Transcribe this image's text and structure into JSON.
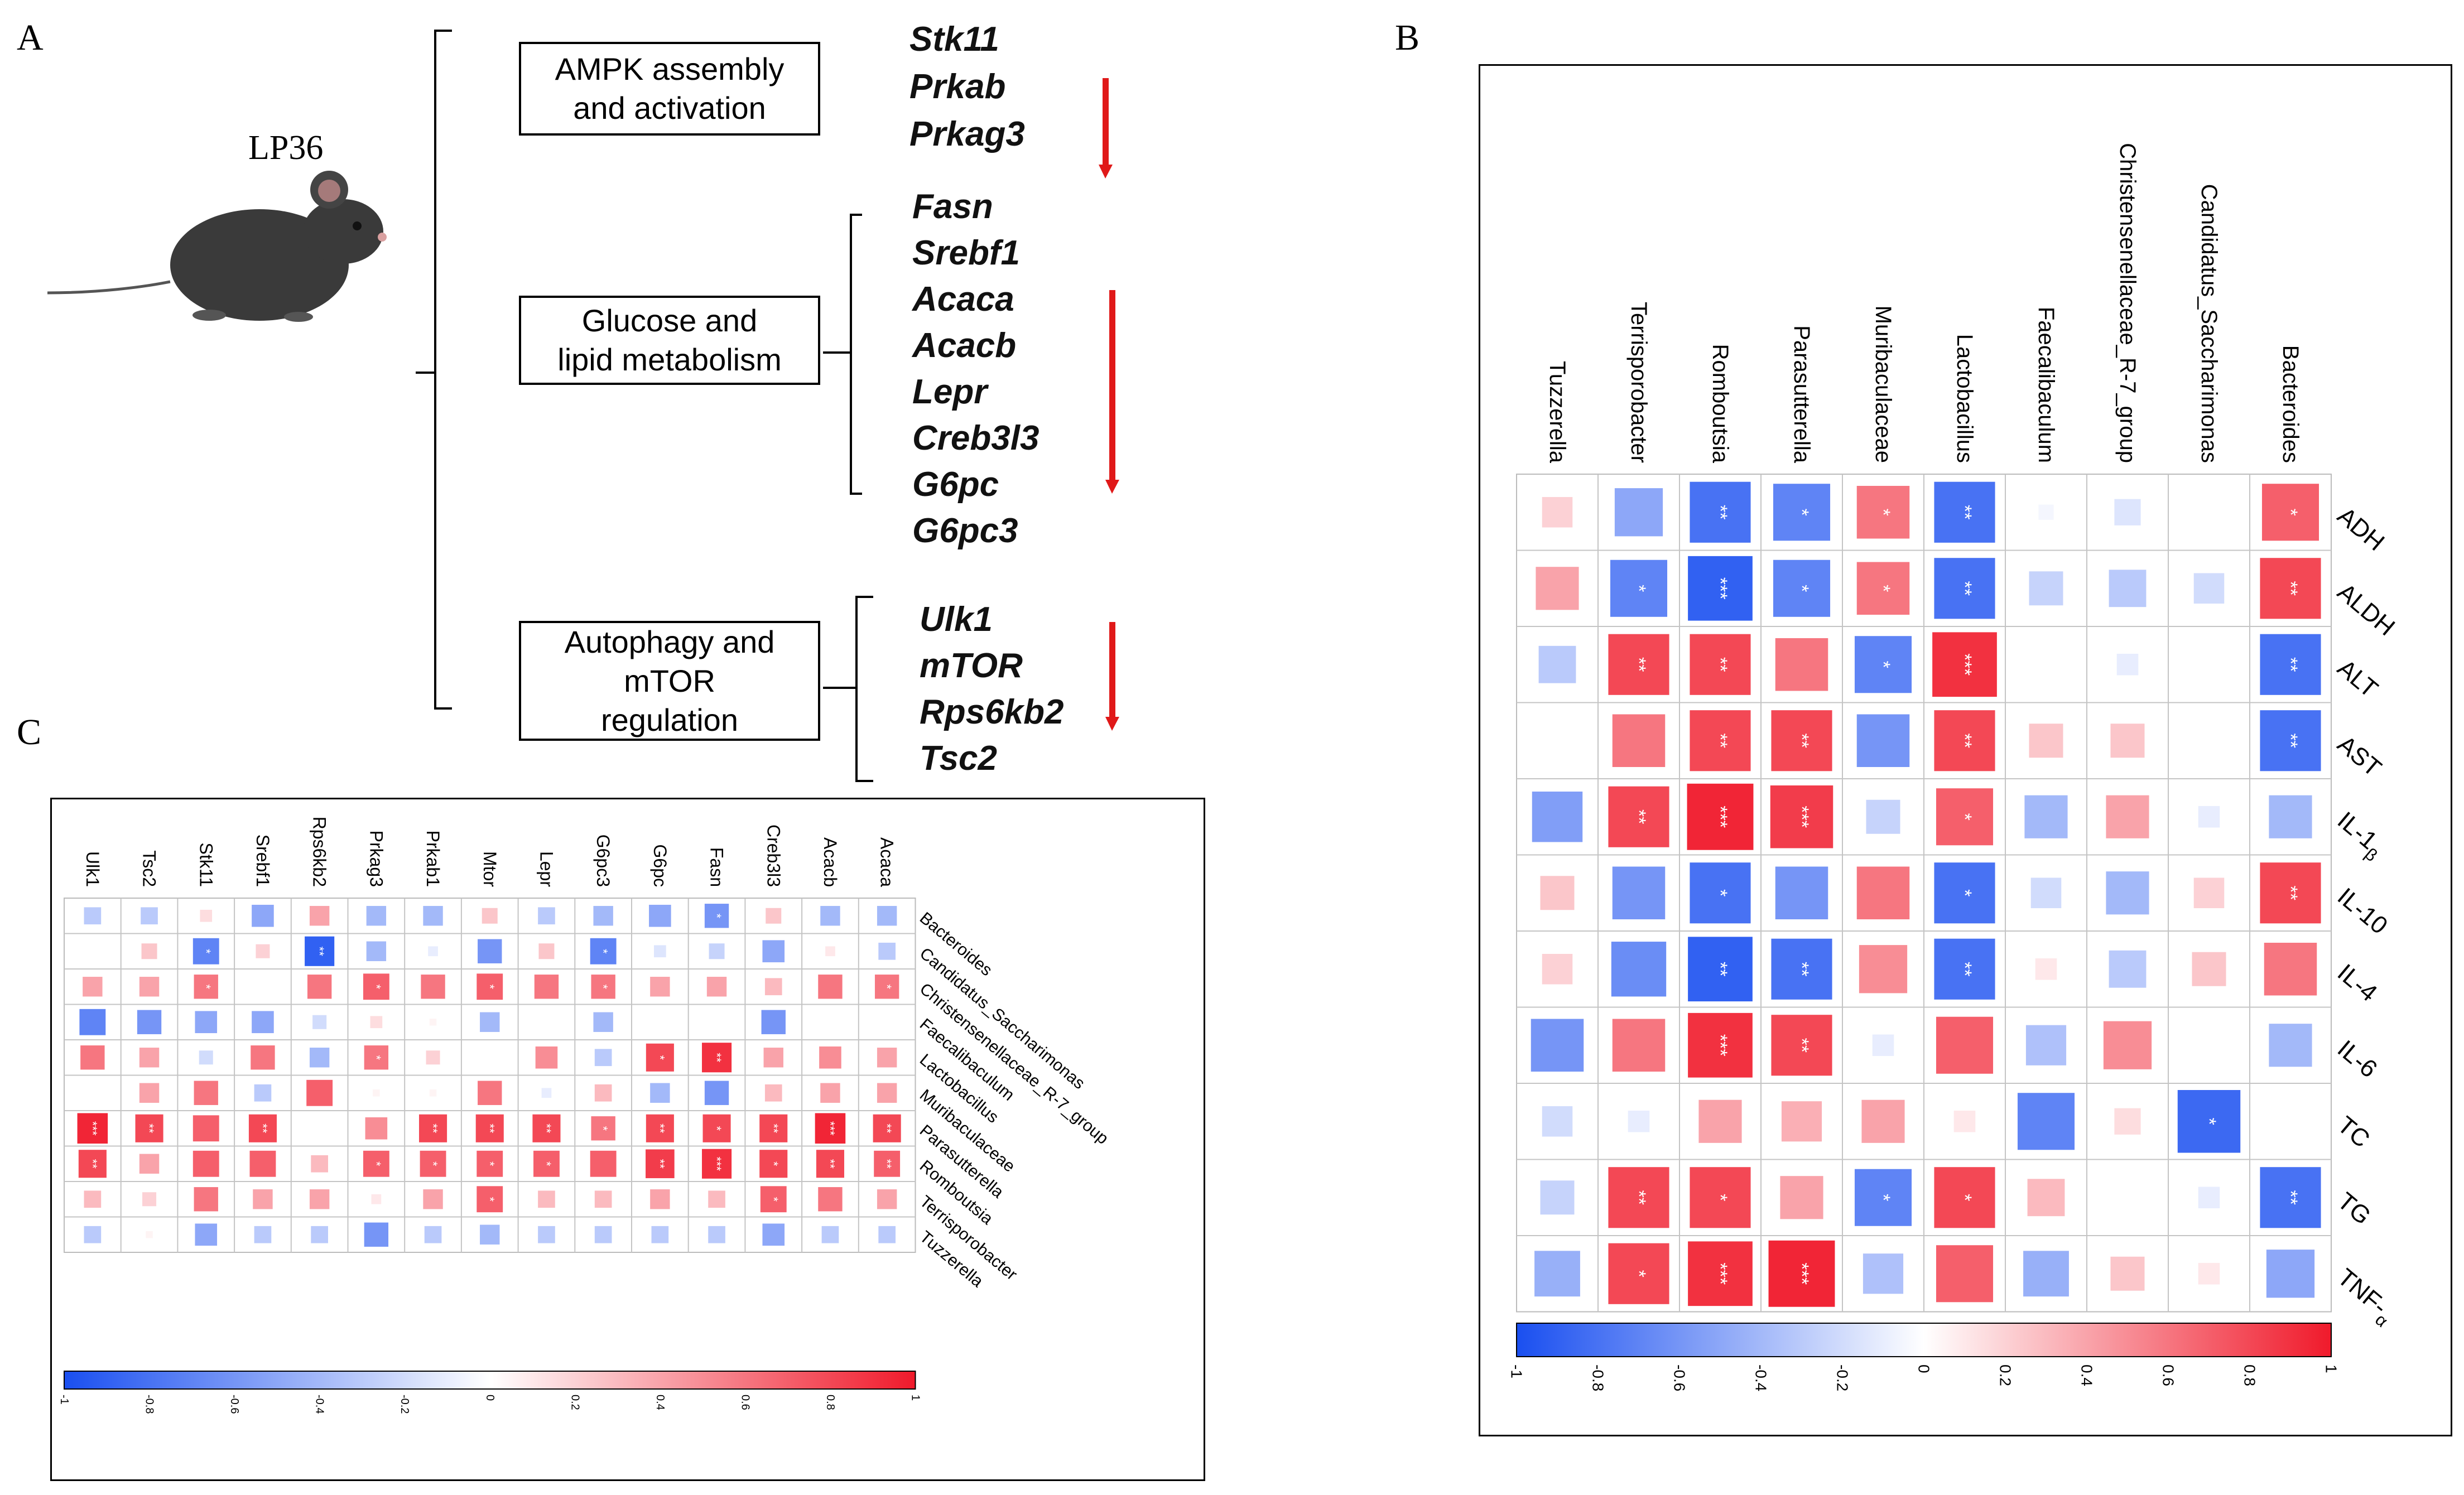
{
  "panels": {
    "a": "A",
    "b": "B",
    "c": "C"
  },
  "panel_a": {
    "organism": "LP36",
    "groups": [
      {
        "label": "AMPK assembly and activation",
        "label_lines": [
          "AMPK assembly",
          "and activation"
        ],
        "genes": [
          "Stk11",
          "Prkab",
          "Prkag3"
        ]
      },
      {
        "label": "Glucose and lipid metabolism",
        "label_lines": [
          "Glucose and",
          "lipid metabolism"
        ],
        "genes": [
          "Fasn",
          "Srebf1",
          "Acaca",
          "Acacb",
          "Lepr",
          "Creb3l3",
          "G6pc",
          "G6pc3"
        ]
      },
      {
        "label": "Autophagy and mTOR regulation",
        "label_lines": [
          "Autophagy and",
          "mTOR",
          "regulation"
        ],
        "genes": [
          "Ulk1",
          "mTOR",
          "Rps6kb2",
          "Tsc2"
        ]
      }
    ],
    "arrow_color": "#e01919",
    "arrow_meaning": "down"
  },
  "colors": {
    "negative": "#1a4ff0",
    "neutral": "#ffffff",
    "positive": "#f01a2b"
  },
  "chart_data": [
    {
      "panel": "B",
      "type": "heatmap",
      "columns": [
        "Tuzzerella",
        "Terrisporobacter",
        "Romboutsia",
        "Parasutterella",
        "Muribaculaceae",
        "Lactobacillus",
        "Faecalibaculum",
        "Christensenellaceae_R-7_group",
        "Candidatus_Saccharimonas",
        "Bacteroides"
      ],
      "rows": [
        "ADH",
        "ALDH",
        "ALT",
        "AST",
        "IL-1β",
        "IL-10",
        "IL-4",
        "IL-6",
        "TC",
        "TG",
        "TNF-α"
      ],
      "row_labels": [
        {
          "base": "ADH",
          "sub": ""
        },
        {
          "base": "ALDH",
          "sub": ""
        },
        {
          "base": "ALT",
          "sub": ""
        },
        {
          "base": "AST",
          "sub": ""
        },
        {
          "base": "IL-1",
          "sub": "β"
        },
        {
          "base": "IL-10",
          "sub": ""
        },
        {
          "base": "IL-4",
          "sub": ""
        },
        {
          "base": "IL-6",
          "sub": ""
        },
        {
          "base": "TC",
          "sub": ""
        },
        {
          "base": "TG",
          "sub": ""
        },
        {
          "base": "TNF-",
          "sub": "α"
        }
      ],
      "values": [
        [
          0.2,
          -0.5,
          -0.8,
          -0.7,
          0.6,
          -0.8,
          -0.05,
          -0.15,
          0.0,
          0.7
        ],
        [
          0.4,
          -0.7,
          -0.9,
          -0.7,
          0.6,
          -0.8,
          -0.25,
          -0.3,
          -0.2,
          0.8
        ],
        [
          -0.3,
          0.8,
          0.8,
          0.6,
          -0.7,
          0.9,
          0.0,
          -0.1,
          0.0,
          -0.8
        ],
        [
          0.0,
          0.6,
          0.8,
          0.8,
          -0.6,
          0.8,
          0.25,
          0.25,
          0.0,
          -0.8
        ],
        [
          -0.55,
          0.8,
          0.95,
          0.85,
          -0.25,
          0.7,
          -0.4,
          0.4,
          -0.1,
          -0.4
        ],
        [
          0.25,
          -0.6,
          -0.8,
          -0.6,
          0.6,
          -0.8,
          -0.2,
          -0.4,
          0.2,
          0.8
        ],
        [
          0.2,
          -0.65,
          -0.9,
          -0.8,
          0.5,
          -0.8,
          0.1,
          -0.3,
          0.25,
          0.6
        ],
        [
          -0.6,
          0.6,
          0.9,
          0.8,
          -0.1,
          0.7,
          -0.35,
          0.5,
          0.0,
          -0.4
        ],
        [
          -0.2,
          -0.1,
          0.4,
          0.35,
          0.4,
          0.1,
          -0.7,
          0.15,
          -0.85,
          0.0
        ],
        [
          -0.25,
          0.8,
          0.8,
          0.4,
          -0.7,
          0.8,
          0.3,
          0.0,
          -0.1,
          -0.8
        ],
        [
          -0.45,
          0.8,
          0.9,
          0.95,
          -0.35,
          0.7,
          -0.45,
          0.25,
          0.1,
          -0.5
        ]
      ],
      "significance": [
        [
          "",
          "",
          "**",
          "*",
          "*",
          "**",
          "",
          "",
          "",
          "*"
        ],
        [
          "",
          "*",
          "***",
          "*",
          "*",
          "**",
          "",
          "",
          "",
          "**"
        ],
        [
          "",
          "**",
          "**",
          "",
          "*",
          "***",
          "",
          "",
          "",
          "**"
        ],
        [
          "",
          "",
          "**",
          "**",
          "",
          "**",
          "",
          "",
          "",
          "**"
        ],
        [
          "",
          "**",
          "***",
          "***",
          "",
          "*",
          "",
          "",
          "",
          ""
        ],
        [
          "",
          "",
          "*",
          "",
          "",
          "*",
          "",
          "",
          "",
          "**"
        ],
        [
          "",
          "",
          "**",
          "**",
          "",
          "**",
          "",
          "",
          "",
          ""
        ],
        [
          "",
          "",
          "***",
          "**",
          "",
          "",
          "",
          "",
          "",
          ""
        ],
        [
          "",
          "",
          "",
          "",
          "",
          "",
          "",
          "",
          "*",
          ""
        ],
        [
          "",
          "**",
          "*",
          "",
          "*",
          "*",
          "",
          "",
          "",
          "**"
        ],
        [
          "",
          "*",
          "***",
          "***",
          "",
          "",
          "",
          "",
          "",
          ""
        ]
      ],
      "colorbar": {
        "min": -1,
        "max": 1,
        "ticks": [
          "-1",
          "-0.8",
          "-0.6",
          "-0.4",
          "-0.2",
          "0",
          "0.2",
          "0.4",
          "0.6",
          "0.8",
          "1"
        ]
      }
    },
    {
      "panel": "C",
      "type": "heatmap",
      "columns": [
        "Ulk1",
        "Tsc2",
        "Stk11",
        "Srebf1",
        "Rps6kb2",
        "Prkag3",
        "Prkab1",
        "Mtor",
        "Lepr",
        "G6pc3",
        "G6pc",
        "Fasn",
        "Creb3l3",
        "Acacb",
        "Acaca"
      ],
      "rows": [
        "Bacteroides",
        "Candidatus_Saccharimonas",
        "Christensenellaceae_R-7_group",
        "Faecalibaculum",
        "Lactobacillus",
        "Muribaculaceae",
        "Parasutterella",
        "Romboutsia",
        "Terrisporobacter",
        "Tuzzerella"
      ],
      "values": [
        [
          -0.3,
          -0.3,
          0.15,
          -0.5,
          0.4,
          -0.4,
          -0.4,
          0.25,
          -0.3,
          -0.4,
          -0.5,
          -0.6,
          0.25,
          -0.4,
          -0.4
        ],
        [
          0.0,
          0.25,
          -0.7,
          0.2,
          -0.9,
          -0.4,
          -0.1,
          -0.6,
          0.25,
          -0.7,
          -0.15,
          -0.25,
          -0.5,
          0.1,
          -0.3
        ],
        [
          0.4,
          0.4,
          0.6,
          0.0,
          0.6,
          0.7,
          0.6,
          0.7,
          0.6,
          0.6,
          0.4,
          0.4,
          0.3,
          0.6,
          0.6
        ],
        [
          -0.7,
          -0.6,
          -0.5,
          -0.5,
          -0.2,
          0.15,
          0.05,
          -0.4,
          0.0,
          -0.4,
          0.0,
          0.0,
          -0.6,
          0.0,
          0.0
        ],
        [
          0.6,
          0.4,
          -0.2,
          0.6,
          -0.4,
          0.6,
          0.2,
          0.0,
          0.5,
          -0.3,
          0.8,
          0.9,
          0.4,
          0.5,
          0.4
        ],
        [
          0.0,
          0.4,
          0.6,
          -0.3,
          0.7,
          0.05,
          0.05,
          0.6,
          -0.1,
          0.3,
          -0.4,
          -0.6,
          0.3,
          0.4,
          0.4
        ],
        [
          0.95,
          0.8,
          0.7,
          0.8,
          0.0,
          0.5,
          0.8,
          0.8,
          0.8,
          0.6,
          0.8,
          0.8,
          0.8,
          0.95,
          0.8
        ],
        [
          0.8,
          0.4,
          0.7,
          0.7,
          0.3,
          0.7,
          0.7,
          0.7,
          0.7,
          0.7,
          0.85,
          0.9,
          0.8,
          0.8,
          0.7
        ],
        [
          0.3,
          0.2,
          0.6,
          0.4,
          0.4,
          0.1,
          0.4,
          0.7,
          0.3,
          0.3,
          0.4,
          0.3,
          0.7,
          0.6,
          0.4
        ],
        [
          -0.3,
          0.05,
          -0.5,
          -0.3,
          -0.3,
          -0.6,
          -0.3,
          -0.4,
          -0.3,
          -0.3,
          -0.3,
          -0.3,
          -0.5,
          -0.3,
          -0.3
        ]
      ],
      "significance": [
        [
          "",
          "",
          "",
          "",
          "",
          "",
          "",
          "",
          "",
          "",
          "",
          "*",
          "",
          "",
          ""
        ],
        [
          "",
          "",
          "*",
          "",
          "**",
          "",
          "",
          "",
          "",
          "*",
          "",
          "",
          "",
          "",
          ""
        ],
        [
          "",
          "",
          "*",
          "",
          "",
          "*",
          "",
          "*",
          "",
          "*",
          "",
          "",
          "",
          "",
          "*"
        ],
        [
          "",
          "",
          "",
          "",
          "",
          "",
          "",
          "",
          "",
          "",
          "",
          "",
          "",
          "",
          ""
        ],
        [
          "",
          "",
          "",
          "",
          "",
          "*",
          "",
          "",
          "",
          "",
          "*",
          "**",
          "",
          "",
          ""
        ],
        [
          "",
          "",
          "",
          "",
          "",
          "",
          "",
          "",
          "",
          "",
          "",
          "",
          "",
          "",
          ""
        ],
        [
          "***",
          "**",
          "",
          "**",
          "",
          "",
          "**",
          "**",
          "**",
          "*",
          "**",
          "*",
          "**",
          "***",
          "**"
        ],
        [
          "**",
          "",
          "",
          "",
          "",
          "*",
          "*",
          "*",
          "*",
          "",
          "**",
          "***",
          "*",
          "**",
          "**"
        ],
        [
          "",
          "",
          "",
          "",
          "",
          "",
          "",
          "*",
          "",
          "",
          "",
          "",
          "*",
          "",
          ""
        ],
        [
          "",
          "",
          "",
          "",
          "",
          "",
          "",
          "",
          "",
          "",
          "",
          "",
          "",
          "",
          ""
        ]
      ],
      "colorbar": {
        "min": -1,
        "max": 1,
        "ticks": [
          "-1",
          "-0.8",
          "-0.6",
          "-0.4",
          "-0.2",
          "0",
          "0.2",
          "0.4",
          "0.6",
          "0.8",
          "1"
        ]
      }
    }
  ]
}
